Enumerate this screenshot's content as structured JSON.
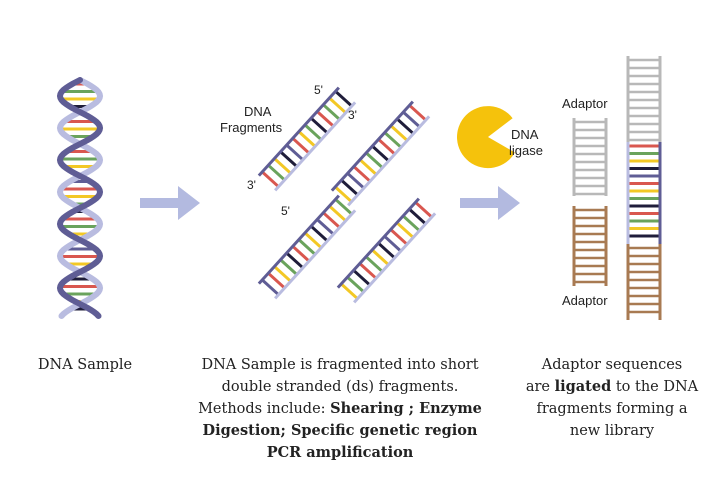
{
  "diagram": {
    "labels": {
      "dna_fragments_line1": "DNA",
      "dna_fragments_line2": "Fragments",
      "five_prime": "5'",
      "three_prime": "3'",
      "dna_ligase_line1": "DNA",
      "dna_ligase_line2": "ligase",
      "adaptor": "Adaptor"
    },
    "captions": {
      "sample": "DNA Sample",
      "fragment_line1": "DNA Sample is fragmented into short",
      "fragment_line2": "double stranded (ds) fragments.",
      "fragment_line3_plain": "Methods include: ",
      "fragment_line3_bold": "Shearing ; Enzyme",
      "fragment_line4": "Digestion; Specific genetic region",
      "fragment_line5": "PCR amplification",
      "ligate_line1": "Adaptor sequences",
      "ligate_line2_plain1": "are ",
      "ligate_line2_bold": "ligated",
      "ligate_line2_plain2": " to the DNA",
      "ligate_line3": "fragments forming a",
      "ligate_line4": "new library"
    },
    "colors": {
      "backbone": "#b9bce0",
      "backbone_dark": "#5f5d95",
      "arrow": "#b3bae0",
      "ligase": "#f5c20c",
      "adaptor_grey": "#b8b8b8",
      "adaptor_brown": "#a87a52",
      "base_red": "#d9574f",
      "base_green": "#6aa35c",
      "base_yellow": "#f3c825",
      "base_dark": "#1f1d3a",
      "base_purple": "#5f5d95"
    }
  }
}
